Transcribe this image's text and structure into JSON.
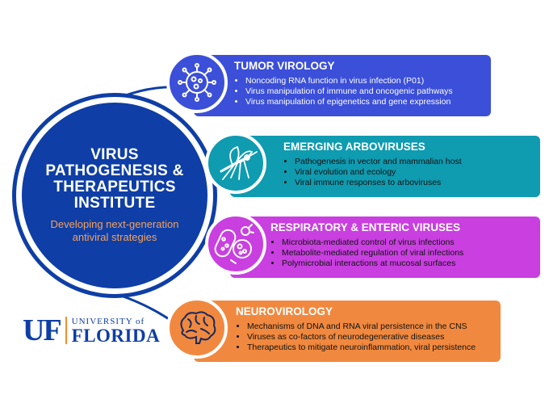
{
  "colors": {
    "navy": "#0e3ea6",
    "tumor": "#3b4fd9",
    "arbo": "#0f9bb0",
    "resp": "#c93fe0",
    "neuro": "#f0893f",
    "accent": "#f6a25a"
  },
  "hub": {
    "title": "VIRUS PATHOGENESIS & THERAPEUTICS INSTITUTE",
    "subtitle": "Developing next-generation antiviral strategies"
  },
  "cards": [
    {
      "title": "TUMOR VIROLOGY",
      "icon": "virus-icon",
      "items": [
        "Noncoding RNA function in virus infection (P01)",
        "Virus manipulation of immune and oncogenic pathways",
        "Virus manipulation of epigenetics and gene expression"
      ]
    },
    {
      "title": "EMERGING ARBOVIRUSES",
      "icon": "mosquito-icon",
      "items": [
        "Pathogenesis in vector and mammalian host",
        "Viral evolution and ecology",
        "Viral immune responses to arboviruses"
      ]
    },
    {
      "title": "RESPIRATORY & ENTERIC VIRUSES",
      "icon": "bacteria-icon",
      "items": [
        "Microbiota-mediated control of virus infections",
        "Metabolite-mediated regulation of viral infections",
        "Polymicrobial interactions at mucosal surfaces"
      ]
    },
    {
      "title": "NEUROVIROLOGY",
      "icon": "brain-icon",
      "items": [
        "Mechanisms of DNA and RNA viral persistence in the CNS",
        "Viruses as co-factors of neurodegenerative diseases",
        "Therapeutics to mitigate neuroinflammation, viral persistence"
      ]
    }
  ],
  "logo": {
    "mark": "UF",
    "line1": "UNIVERSITY of",
    "line2": "FLORIDA"
  }
}
